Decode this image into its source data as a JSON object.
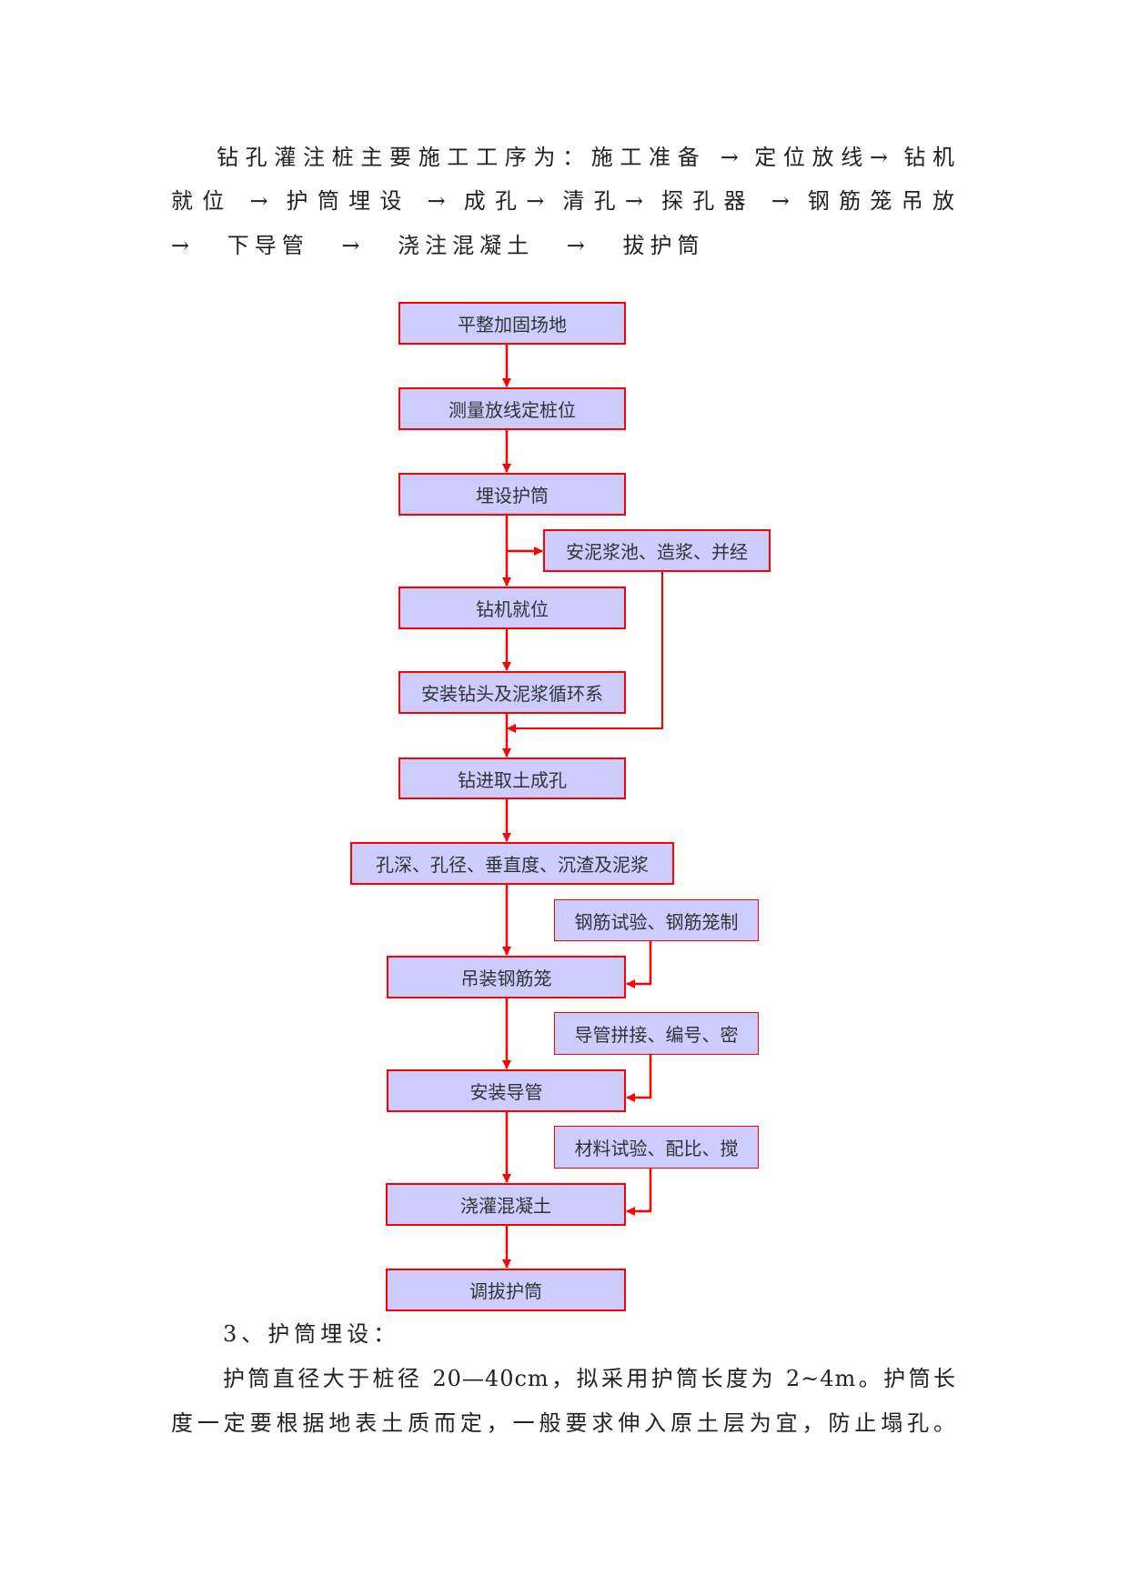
{
  "intro": {
    "line1": "钻孔灌注桩主要施工工序为：施工准备 → 定位放线→ 钻机",
    "line2": "就位 → 护筒埋设 → 成孔→ 清孔→ 探孔器 → 钢筋笼吊放",
    "line3": "→ 下导管  →  浇注混凝土 → 拔护筒"
  },
  "flow": {
    "steps": [
      "平整加固场地",
      "测量放线定桩位",
      "埋设护筒",
      "钻机就位",
      "安装钻头及泥浆循环系",
      "钻进取土成孔",
      "孔深、孔径、垂直度、沉渣及泥浆",
      "吊装钢筋笼",
      "安装导管",
      "浇灌混凝土",
      "调拔护筒"
    ],
    "side": [
      "安泥浆池、造浆、并经",
      "钢筋试验、钢筋笼制",
      "导管拼接、编号、密",
      "材料试验、配比、搅"
    ],
    "colors": {
      "fill": "#ccccff",
      "border": "#ff0000",
      "arrow": "#ff0000"
    }
  },
  "section": {
    "heading": "3、护筒埋设：",
    "para_line1": "护筒直径大于桩径 20—40cm，拟采用护筒长度为 2~4m。护筒长",
    "para_line2": "度一定要根据地表土质而定，一般要求伸入原土层为宜，防止塌孔。"
  }
}
